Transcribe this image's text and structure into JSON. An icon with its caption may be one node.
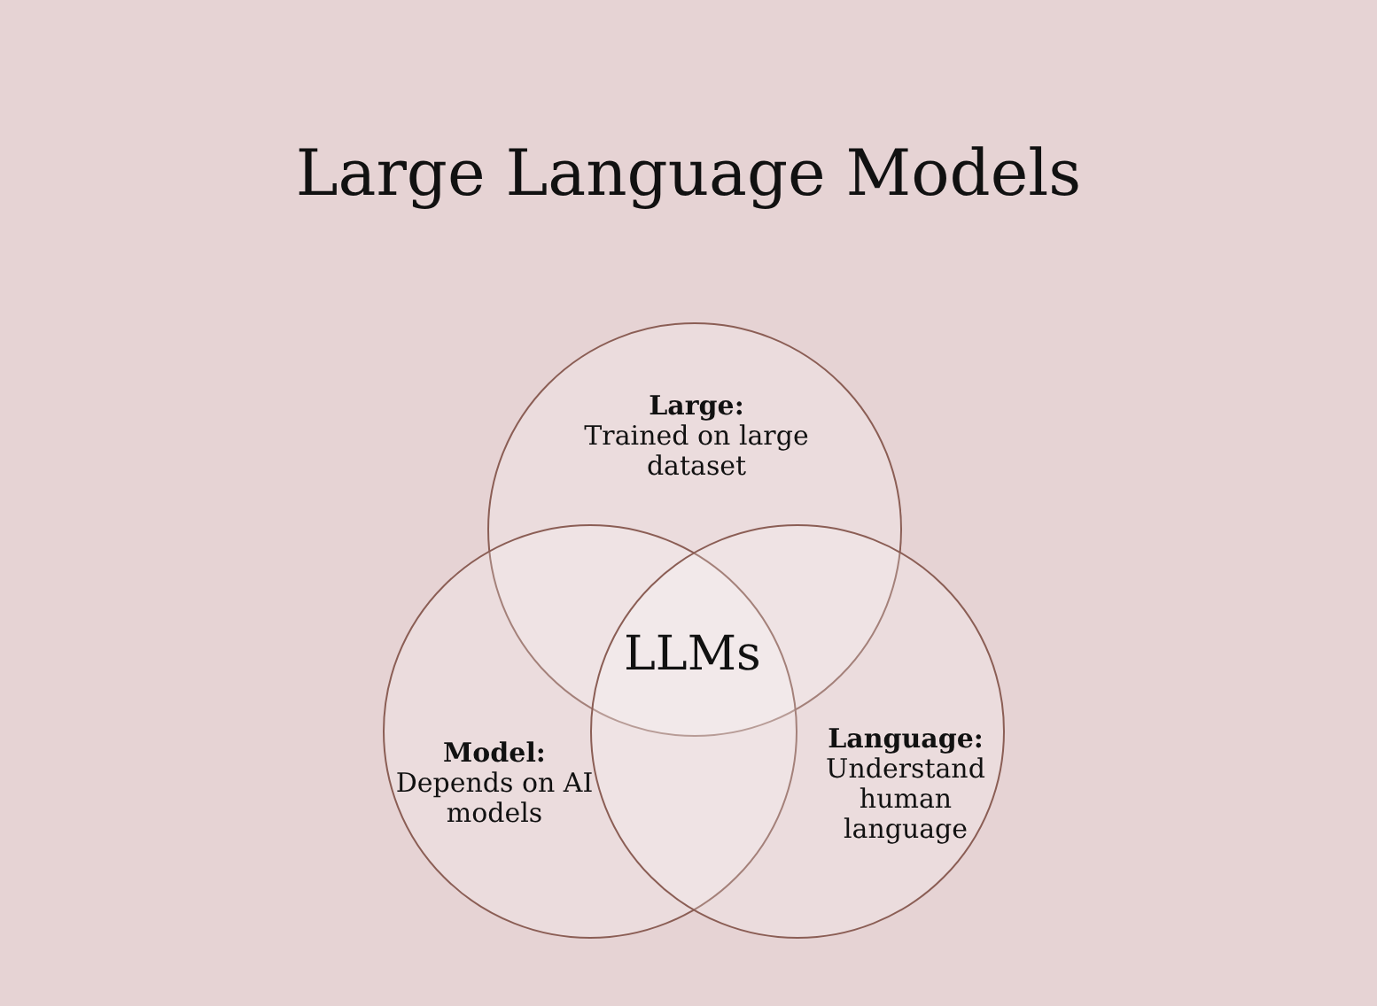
{
  "diagram": {
    "title": "Large Language Models",
    "nodes": [
      {
        "text": [
          "Large:",
          "Trained on large dataset"
        ]
      },
      {
        "text": [
          "Model:",
          "Depends on AI models"
        ]
      },
      {
        "text": [
          "Language:",
          "Understand human language"
        ]
      }
    ],
    "labels": [
      "LLMs"
    ]
  }
}
